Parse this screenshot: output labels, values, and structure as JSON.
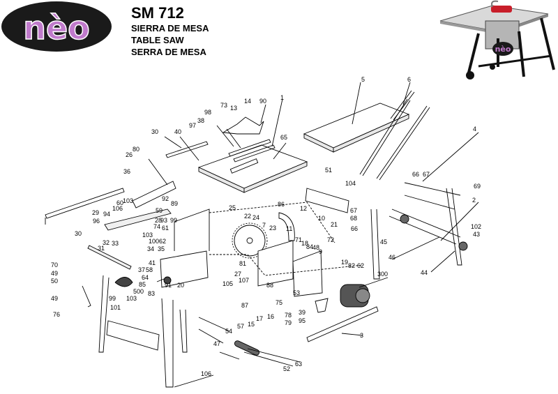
{
  "brand": {
    "logo_text": "nèo"
  },
  "header": {
    "model": "SM 712",
    "lines": [
      "SIERRA DE MESA",
      "TABLE SAW",
      "SERRA DE MESA"
    ]
  },
  "photo": {
    "badge_text": "nèo"
  },
  "parts": [
    {
      "id": "p1",
      "label": "1"
    },
    {
      "id": "p2",
      "label": "2"
    },
    {
      "id": "p3",
      "label": "3"
    },
    {
      "id": "p4",
      "label": "4"
    },
    {
      "id": "p5",
      "label": "5"
    },
    {
      "id": "p6",
      "label": "6"
    },
    {
      "id": "p7",
      "label": "7"
    },
    {
      "id": "p9",
      "label": "9"
    },
    {
      "id": "p10",
      "label": "10"
    },
    {
      "id": "p11",
      "label": "11"
    },
    {
      "id": "p12",
      "label": "12"
    },
    {
      "id": "p13",
      "label": "13"
    },
    {
      "id": "p14",
      "label": "14"
    },
    {
      "id": "p15",
      "label": "15"
    },
    {
      "id": "p16",
      "label": "16"
    },
    {
      "id": "p17",
      "label": "17"
    },
    {
      "id": "p18",
      "label": "18"
    },
    {
      "id": "p19",
      "label": "19"
    },
    {
      "id": "p20",
      "label": "20"
    },
    {
      "id": "p21",
      "label": "21"
    },
    {
      "id": "p22",
      "label": "22"
    },
    {
      "id": "p23",
      "label": "23"
    },
    {
      "id": "p24",
      "label": "24"
    },
    {
      "id": "p25",
      "label": "25"
    },
    {
      "id": "p26",
      "label": "26"
    },
    {
      "id": "p27",
      "label": "27"
    },
    {
      "id": "p28",
      "label": "28"
    },
    {
      "id": "p29",
      "label": "29"
    },
    {
      "id": "p30a",
      "label": "30"
    },
    {
      "id": "p30b",
      "label": "30"
    },
    {
      "id": "p31",
      "label": "31"
    },
    {
      "id": "p32",
      "label": "32"
    },
    {
      "id": "p33",
      "label": "33"
    },
    {
      "id": "p34",
      "label": "34"
    },
    {
      "id": "p35",
      "label": "35"
    },
    {
      "id": "p36",
      "label": "36"
    },
    {
      "id": "p37",
      "label": "37"
    },
    {
      "id": "p38",
      "label": "38"
    },
    {
      "id": "p39",
      "label": "39"
    },
    {
      "id": "p40",
      "label": "40"
    },
    {
      "id": "p41",
      "label": "41"
    },
    {
      "id": "p43",
      "label": "43"
    },
    {
      "id": "p44",
      "label": "44"
    },
    {
      "id": "p45",
      "label": "45"
    },
    {
      "id": "p46",
      "label": "46"
    },
    {
      "id": "p47",
      "label": "47"
    },
    {
      "id": "p48",
      "label": "48"
    },
    {
      "id": "p49a",
      "label": "49"
    },
    {
      "id": "p49b",
      "label": "49"
    },
    {
      "id": "p50",
      "label": "50"
    },
    {
      "id": "p51",
      "label": "51"
    },
    {
      "id": "p52",
      "label": "52"
    },
    {
      "id": "p53",
      "label": "53"
    },
    {
      "id": "p54",
      "label": "54"
    },
    {
      "id": "p57",
      "label": "57"
    },
    {
      "id": "p58",
      "label": "58"
    },
    {
      "id": "p59",
      "label": "59"
    },
    {
      "id": "p60",
      "label": "60"
    },
    {
      "id": "p61",
      "label": "61"
    },
    {
      "id": "p62a",
      "label": "62"
    },
    {
      "id": "p62b",
      "label": "62"
    },
    {
      "id": "p63",
      "label": "63"
    },
    {
      "id": "p64",
      "label": "64"
    },
    {
      "id": "p65",
      "label": "65"
    },
    {
      "id": "p66a",
      "label": "66"
    },
    {
      "id": "p66b",
      "label": "66"
    },
    {
      "id": "p67a",
      "label": "67"
    },
    {
      "id": "p67b",
      "label": "67"
    },
    {
      "id": "p68",
      "label": "68"
    },
    {
      "id": "p69",
      "label": "69"
    },
    {
      "id": "p70",
      "label": "70"
    },
    {
      "id": "p71",
      "label": "71"
    },
    {
      "id": "p72",
      "label": "72"
    },
    {
      "id": "p73",
      "label": "73"
    },
    {
      "id": "p74",
      "label": "74"
    },
    {
      "id": "p75",
      "label": "75"
    },
    {
      "id": "p76",
      "label": "76"
    },
    {
      "id": "p78",
      "label": "78"
    },
    {
      "id": "p79",
      "label": "79"
    },
    {
      "id": "p80",
      "label": "80"
    },
    {
      "id": "p81",
      "label": "81"
    },
    {
      "id": "p82",
      "label": "82"
    },
    {
      "id": "p83",
      "label": "83"
    },
    {
      "id": "p84",
      "label": "84"
    },
    {
      "id": "p85",
      "label": "85"
    },
    {
      "id": "p86",
      "label": "86"
    },
    {
      "id": "p87",
      "label": "87"
    },
    {
      "id": "p88",
      "label": "88"
    },
    {
      "id": "p89",
      "label": "89"
    },
    {
      "id": "p90",
      "label": "90"
    },
    {
      "id": "p91",
      "label": "91"
    },
    {
      "id": "p92",
      "label": "92"
    },
    {
      "id": "p93",
      "label": "93"
    },
    {
      "id": "p94",
      "label": "94"
    },
    {
      "id": "p95",
      "label": "95"
    },
    {
      "id": "p96",
      "label": "96"
    },
    {
      "id": "p97",
      "label": "97"
    },
    {
      "id": "p98",
      "label": "98"
    },
    {
      "id": "p99a",
      "label": "99"
    },
    {
      "id": "p99b",
      "label": "99"
    },
    {
      "id": "p100",
      "label": "100"
    },
    {
      "id": "p101",
      "label": "101"
    },
    {
      "id": "p102",
      "label": "102"
    },
    {
      "id": "p103a",
      "label": "103"
    },
    {
      "id": "p103b",
      "label": "103"
    },
    {
      "id": "p103c",
      "label": "103"
    },
    {
      "id": "p104",
      "label": "104"
    },
    {
      "id": "p105",
      "label": "105"
    },
    {
      "id": "p106a",
      "label": "106"
    },
    {
      "id": "p106b",
      "label": "106"
    },
    {
      "id": "p107",
      "label": "107"
    },
    {
      "id": "p300",
      "label": "300"
    },
    {
      "id": "p500",
      "label": "500"
    }
  ]
}
